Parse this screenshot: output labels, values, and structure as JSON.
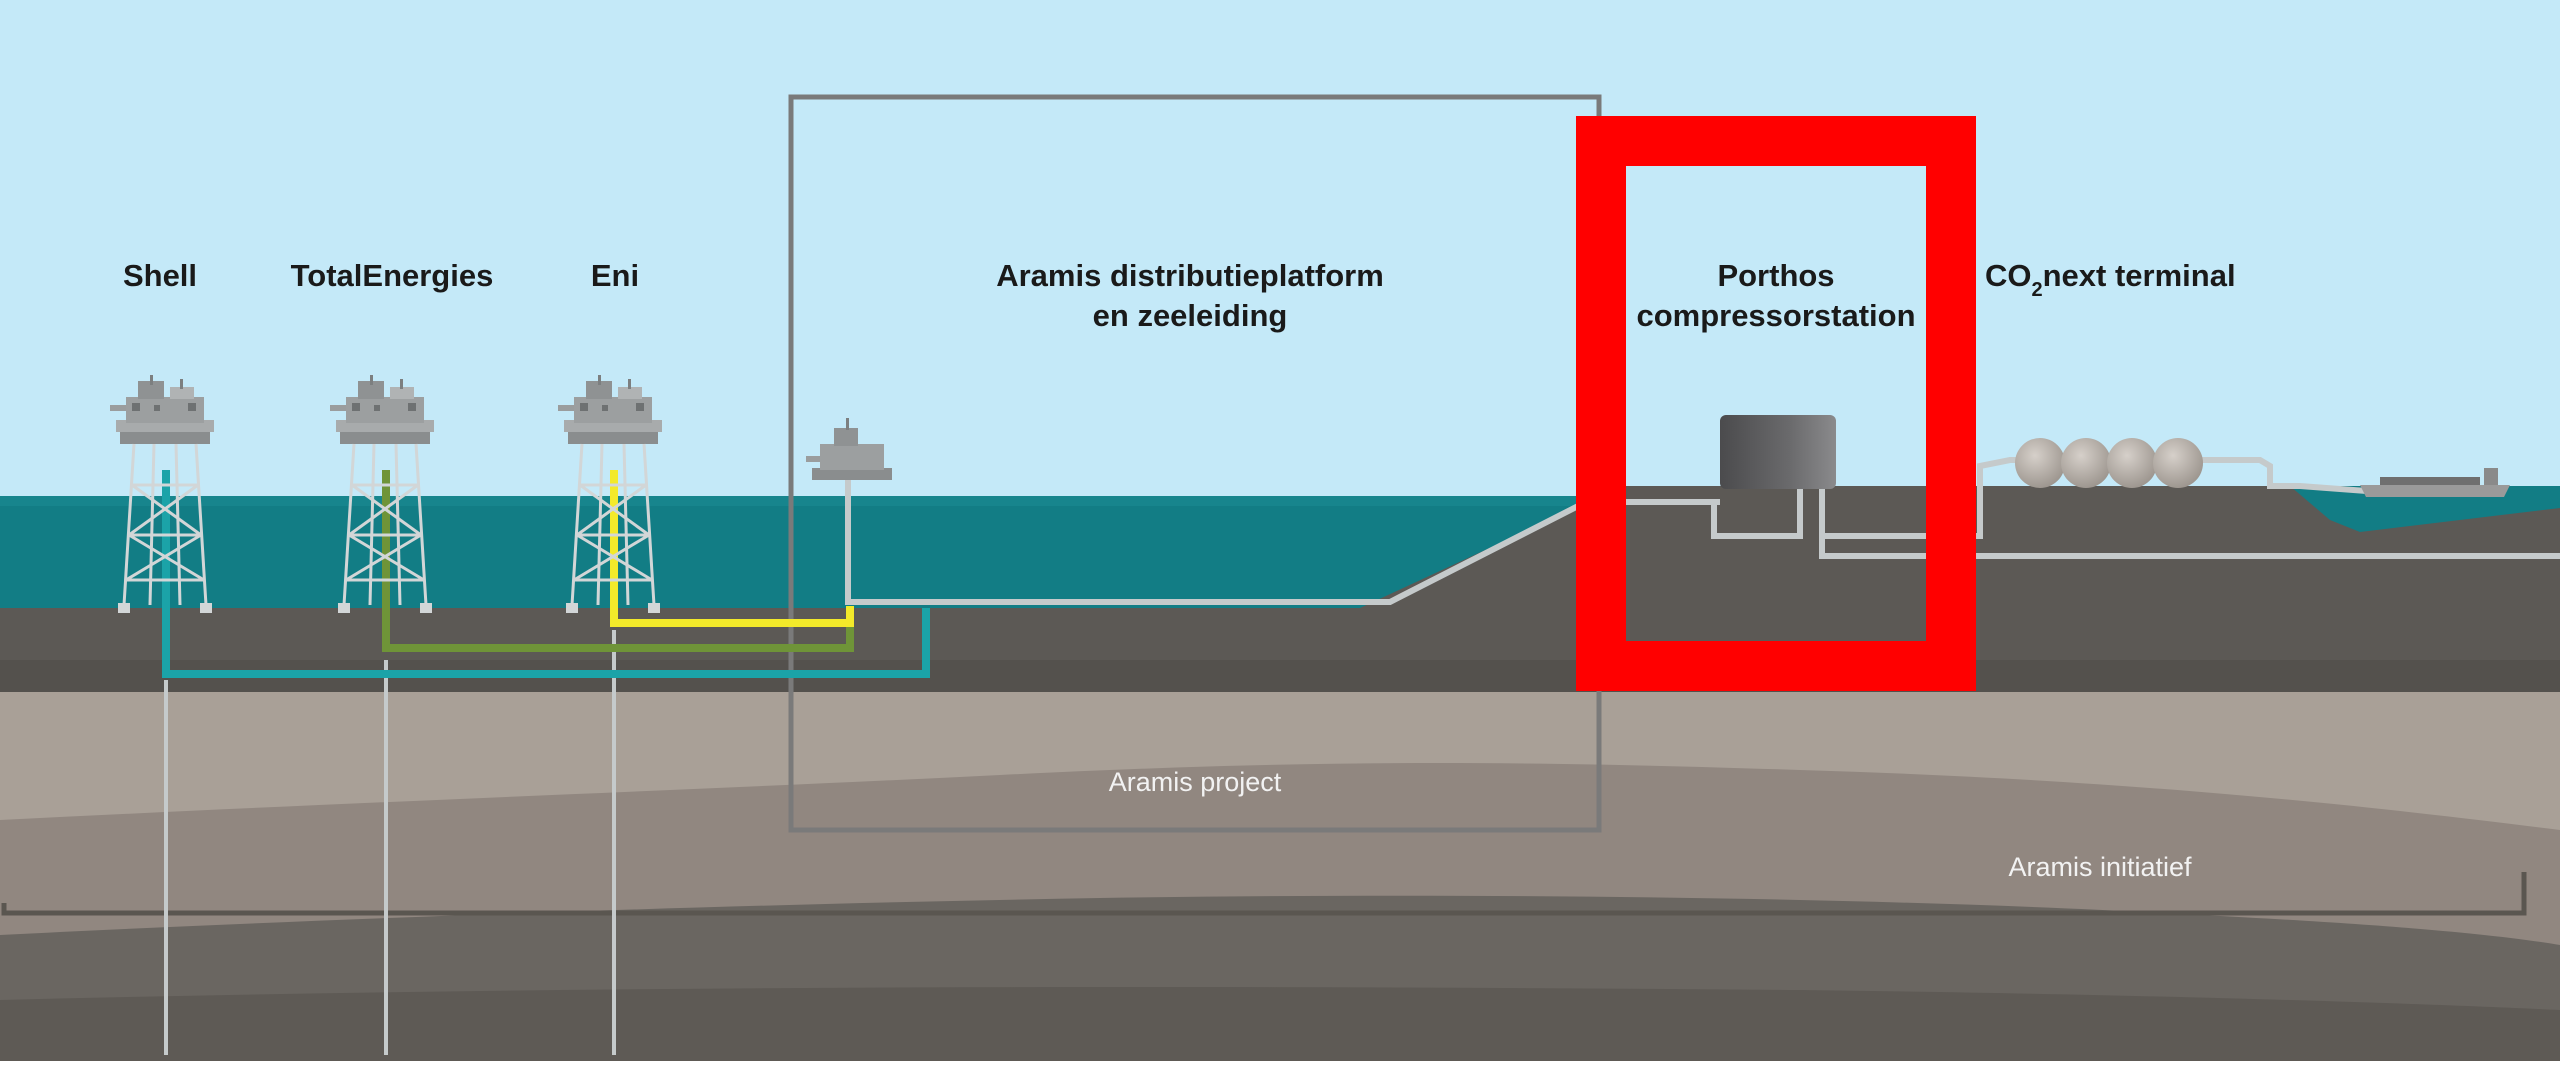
{
  "labels": {
    "shell": "Shell",
    "totalenergies": "TotalEnergies",
    "eni": "Eni",
    "aramis_platform_line1": "Aramis distributieplatform",
    "aramis_platform_line2": "en zeeleiding",
    "porthos_line1": "Porthos",
    "porthos_line2": "compressorstation",
    "co2_prefix": "CO",
    "co2_sub": "2",
    "co2_suffix": "next terminal",
    "aramis_project": "Aramis project",
    "aramis_initiatief": "Aramis initiatief"
  },
  "colors": {
    "sky": "#c4e9f8",
    "sea": "#127d85",
    "seabed": "#5c5955",
    "highlight": "#ff0000",
    "pipe_shell": "#1ba3a8",
    "pipe_total": "#6f9438",
    "pipe_eni": "#f3ea2a",
    "pipe_grey": "#c5cacb"
  },
  "icons": {
    "platform": "offshore-platform-icon",
    "compressor": "compressor-unit-icon",
    "storage": "spherical-tank-icon",
    "ship": "tanker-ship-icon"
  }
}
